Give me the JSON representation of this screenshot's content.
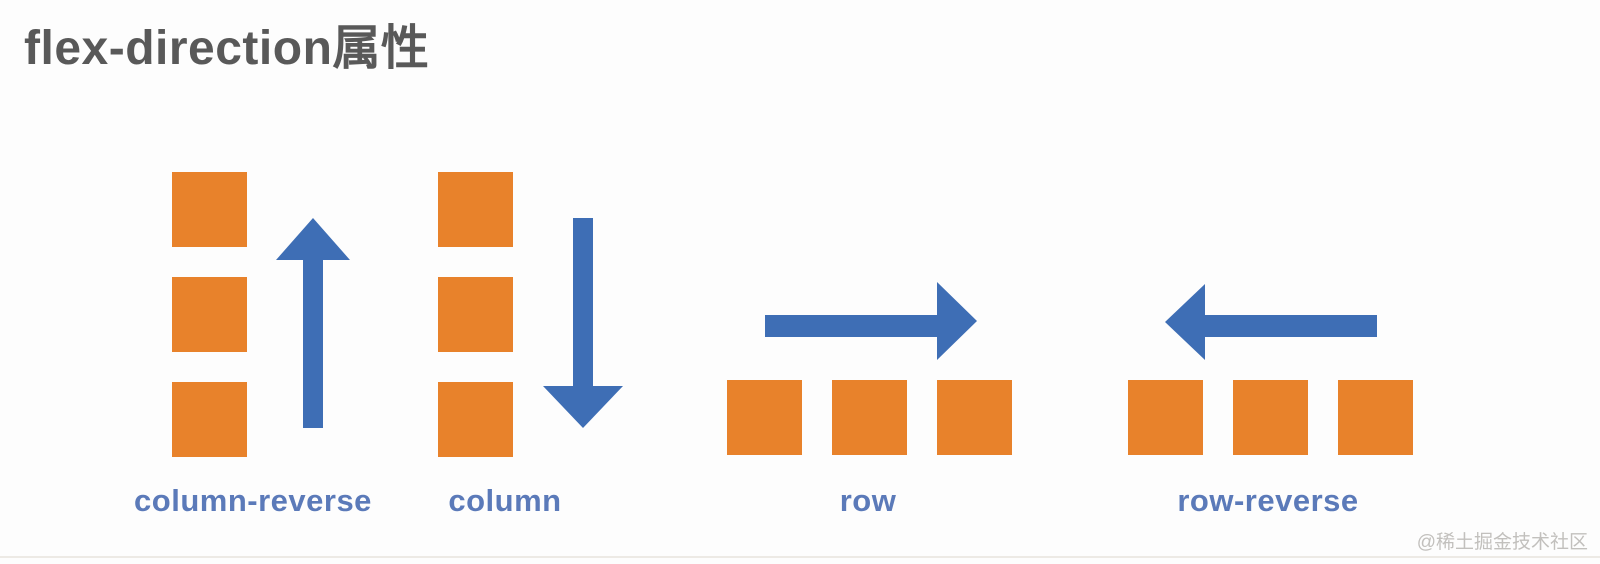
{
  "title": "flex-direction属性",
  "watermark": "@稀土掘金技术社区",
  "colors": {
    "background": "#FDFDFD",
    "square_orange": "#E8822B",
    "arrow_blue": "#3E6EB5",
    "label_blue": "#5B7AB9",
    "title_gray": "#595959",
    "watermark_gray": "#C2C0BD"
  },
  "groups": [
    {
      "label": "column-reverse",
      "orientation": "vertical",
      "arrow_direction": "up",
      "item_count": 3
    },
    {
      "label": "column",
      "orientation": "vertical",
      "arrow_direction": "down",
      "item_count": 3
    },
    {
      "label": "row",
      "orientation": "horizontal",
      "arrow_direction": "right",
      "item_count": 3
    },
    {
      "label": "row-reverse",
      "orientation": "horizontal",
      "arrow_direction": "left",
      "item_count": 3
    }
  ]
}
